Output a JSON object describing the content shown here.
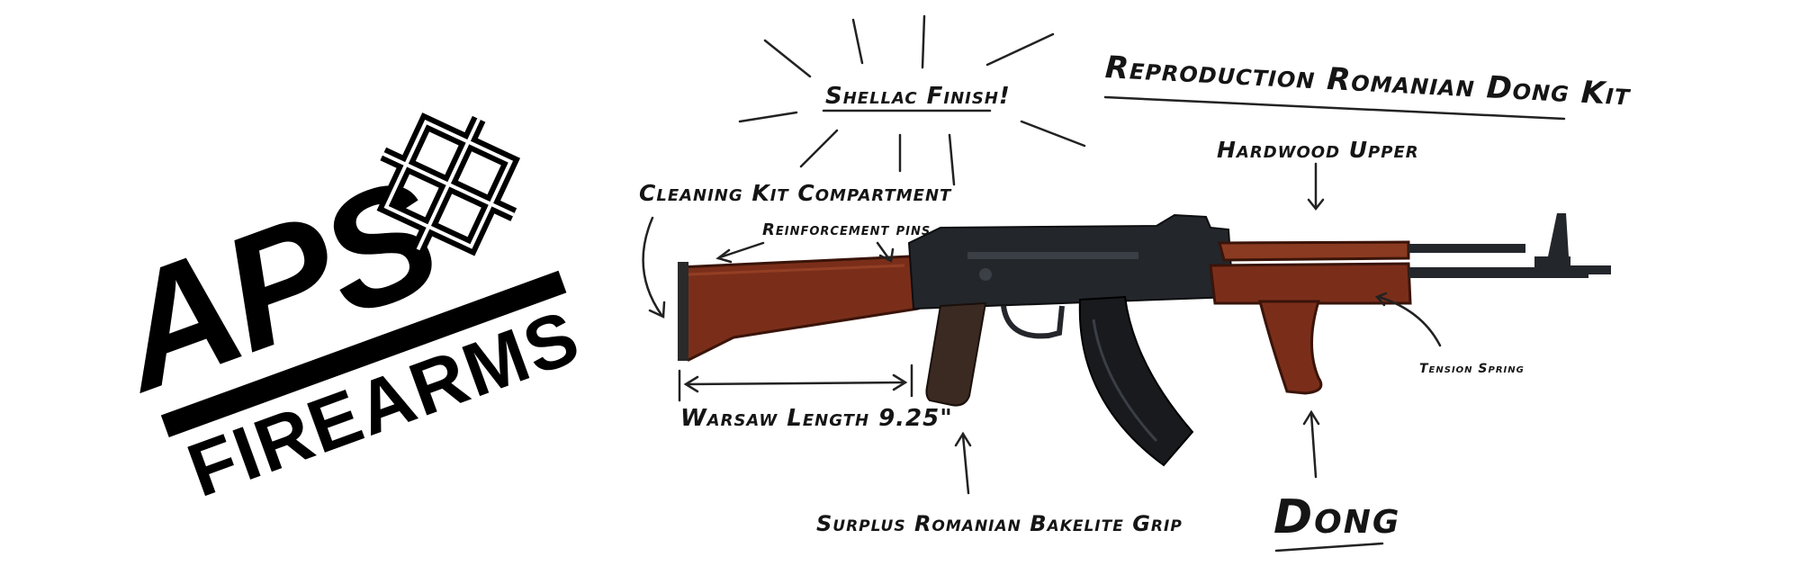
{
  "logo": {
    "line1": "APS",
    "line2": "FIREARMS",
    "emblem": "knot-emblem"
  },
  "callouts": {
    "shellac": "Shellac Finish!",
    "title": "Reproduction Romanian Dong Kit",
    "hardwood": "Hardwood Upper",
    "cleaning": "Cleaning Kit Compartment",
    "pins": "Reinforcement pins",
    "tension": "Tension Spring",
    "warsaw": "Warsaw Length 9.25\"",
    "grip": "Surplus Romanian Bakelite Grip",
    "dong": "Dong"
  },
  "colors": {
    "wood": "#7a2e1a",
    "metal": "#23262b",
    "ink": "#111111"
  }
}
